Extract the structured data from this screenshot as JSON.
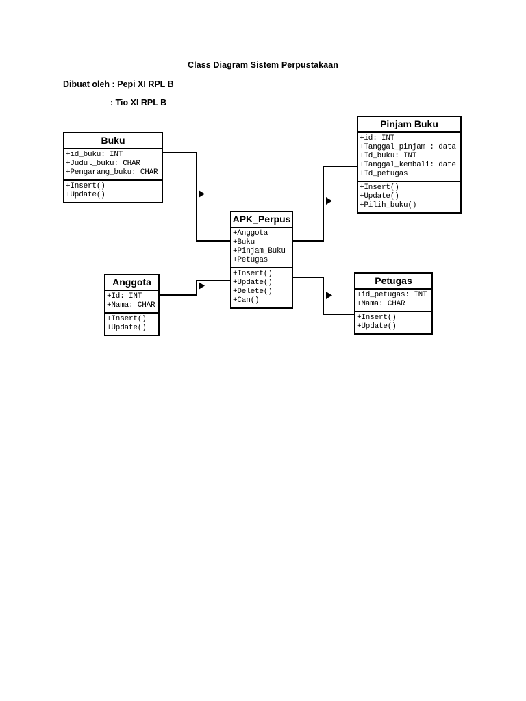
{
  "page": {
    "title": "Class Diagram Sistem Perpustakaan",
    "byline_1": "Dibuat oleh : Pepi XI RPL B",
    "byline_2": ": Tio XI RPL B"
  },
  "diagram": {
    "classes": {
      "buku": {
        "name": "Buku",
        "attributes": [
          "+id_buku: INT",
          "+Judul_buku: CHAR",
          "+Pengarang_buku: CHAR"
        ],
        "methods": [
          "+Insert()",
          "+Update()"
        ]
      },
      "pinjam_buku": {
        "name": "Pinjam Buku",
        "attributes": [
          "+id: INT",
          "+Tanggal_pinjam : data",
          "+Id_buku: INT",
          "+Tanggal_kembali: date",
          "+Id_petugas"
        ],
        "methods": [
          "+Insert()",
          "+Update()",
          "+Pilih_buku()"
        ]
      },
      "apk_perpus": {
        "name": "APK_Perpus",
        "attributes": [
          "+Anggota",
          "+Buku",
          "+Pinjam_Buku",
          "+Petugas"
        ],
        "methods": [
          "+Insert()",
          "+Update()",
          "+Delete()",
          "+Can()"
        ]
      },
      "anggota": {
        "name": "Anggota",
        "attributes": [
          "+Id: INT",
          "+Nama: CHAR"
        ],
        "methods": [
          "+Insert()",
          "+Update()"
        ]
      },
      "petugas": {
        "name": "Petugas",
        "attributes": [
          "+id_petugas: INT",
          "+Nama: CHAR"
        ],
        "methods": [
          "+Insert()",
          "+Update()"
        ]
      }
    },
    "relations": [
      {
        "from": "Buku",
        "to": "APK_Perpus",
        "arrow": "right"
      },
      {
        "from": "Anggota",
        "to": "APK_Perpus",
        "arrow": "right"
      },
      {
        "from": "APK_Perpus",
        "to": "Pinjam Buku",
        "arrow": "right"
      },
      {
        "from": "APK_Perpus",
        "to": "Petugas",
        "arrow": "right"
      }
    ]
  },
  "colors": {
    "background": "#ffffff",
    "box_fill": "#ffffff",
    "box_border": "#000000",
    "line": "#000000",
    "text": "#000000"
  }
}
